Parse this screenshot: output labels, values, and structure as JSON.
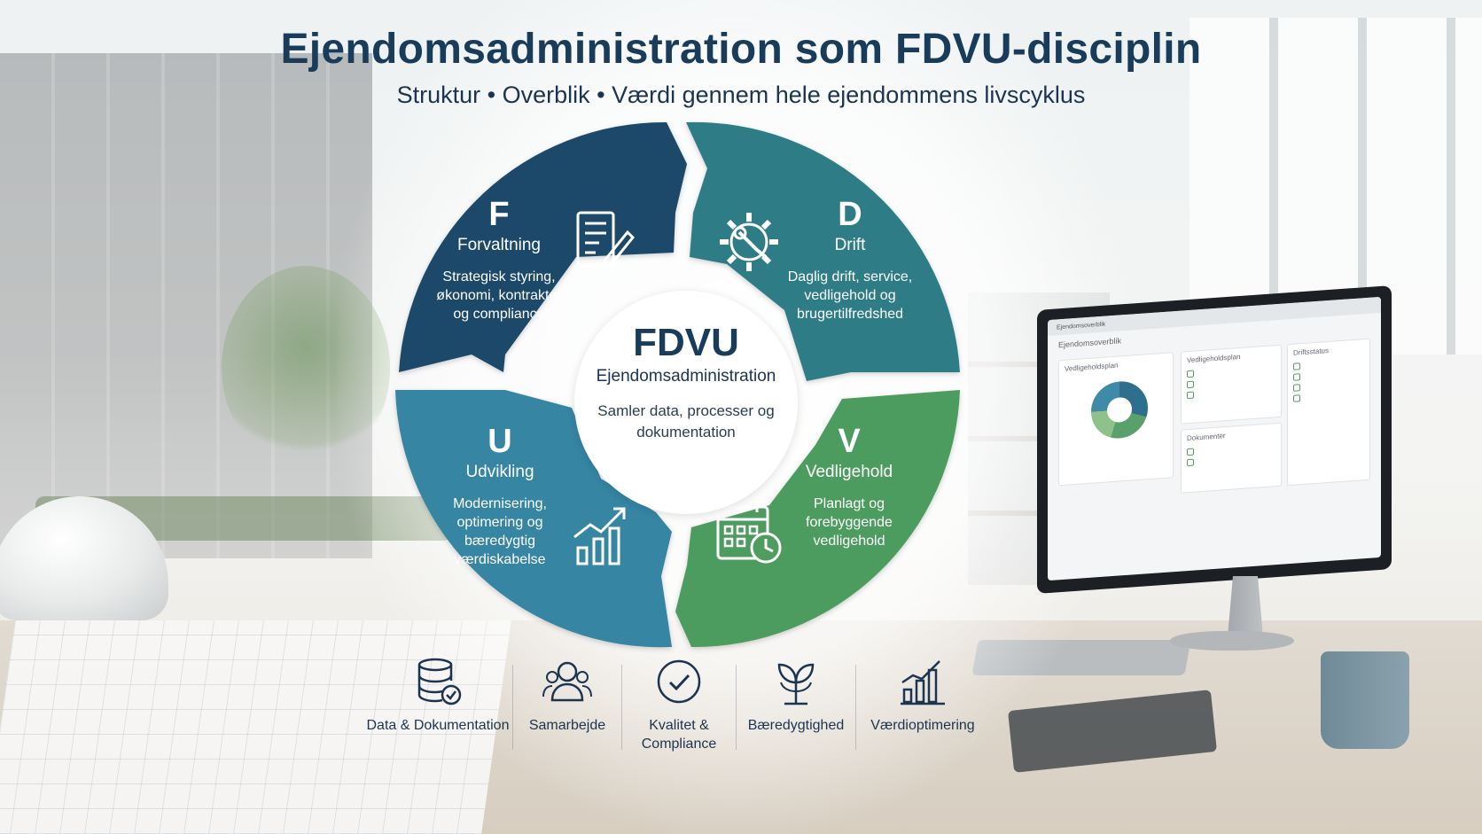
{
  "header": {
    "title": "Ejendomsadministration som FDVU-disciplin",
    "subtitle": "Struktur • Overblik • Værdi gennem hele ejendommens livscyklus"
  },
  "wheel": {
    "center": {
      "title": "FDVU",
      "subtitle": "Ejendomsadministration",
      "description": "Samler data, processer og dokumentation"
    },
    "quadrants": [
      {
        "id": "f",
        "letter": "F",
        "name": "Forvaltning",
        "description": "Strategisk styring, økonomi, kontrakter og compliance",
        "color": "#1c4a6a",
        "icon": "document-pen-icon"
      },
      {
        "id": "d",
        "letter": "D",
        "name": "Drift",
        "description": "Daglig drift, service, vedligehold og brugertilfredshed",
        "color": "#2f7d86",
        "icon": "gear-wrench-icon"
      },
      {
        "id": "u",
        "letter": "U",
        "name": "Udvikling",
        "description": "Modernisering, optimering og bæredygtig værdiskabelse",
        "color": "#3585a3",
        "icon": "growth-chart-icon"
      },
      {
        "id": "v",
        "letter": "V",
        "name": "Vedligehold",
        "description": "Planlagt og forebyggende vedligehold",
        "color": "#4e9c5e",
        "icon": "calendar-clock-icon"
      }
    ]
  },
  "pillars": [
    {
      "label": "Data & Dokumentation",
      "icon": "database-shield-icon"
    },
    {
      "label": "Samarbejde",
      "icon": "people-icon"
    },
    {
      "label": "Kvalitet & Compliance",
      "icon": "check-circle-icon"
    },
    {
      "label": "Bæredygtighed",
      "icon": "leaf-icon"
    },
    {
      "label": "Værdioptimering",
      "icon": "bar-chart-icon"
    }
  ],
  "monitor": {
    "app_title": "Ejendomsoverblik",
    "breadcrumb": "Ejendomsoverblik",
    "panels": {
      "chart_title": "Vedligeholdsplan",
      "plan_title": "Vedligeholdsplan",
      "status_title": "Driftsstatus",
      "docs_title": "Dokumenter"
    }
  },
  "colors": {
    "title": "#183c5a",
    "forvaltning": "#1c4a6a",
    "drift": "#2f7d86",
    "udvikling": "#3585a3",
    "vedligehold": "#4e9c5e"
  }
}
